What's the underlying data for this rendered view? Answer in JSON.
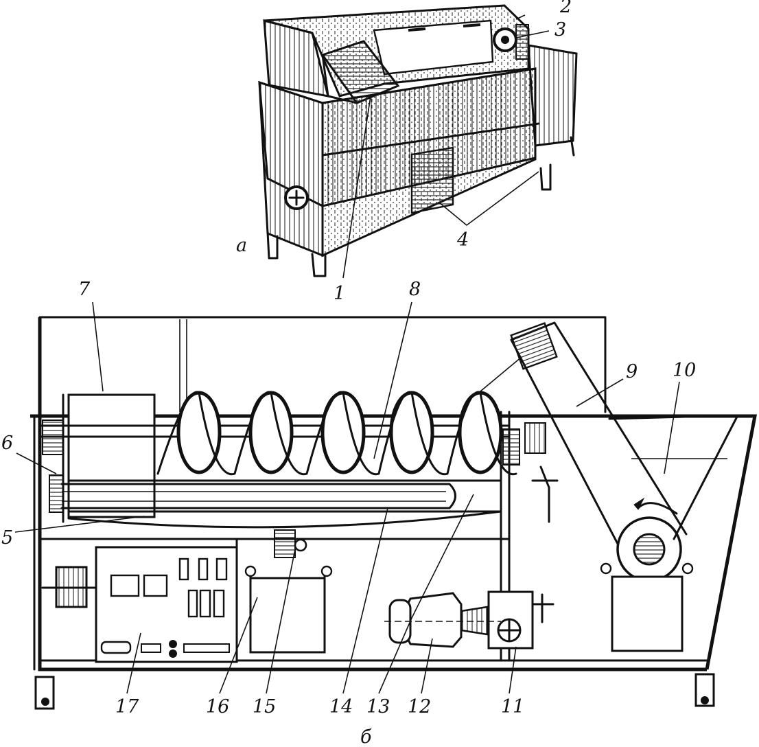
{
  "view_a": {
    "caption": "а",
    "callouts": [
      "1",
      "2",
      "3",
      "4"
    ]
  },
  "view_b": {
    "caption": "б",
    "callouts": [
      "5",
      "6",
      "7",
      "8",
      "9",
      "10",
      "11",
      "12",
      "13",
      "14",
      "15",
      "16",
      "17"
    ]
  },
  "icons": [
    "machine-exterior-drawing",
    "auger-screw",
    "inclined-elevator",
    "drive-motor",
    "control-cabinet"
  ],
  "colors": {
    "ink": "#111111",
    "paper": "#ffffff"
  }
}
